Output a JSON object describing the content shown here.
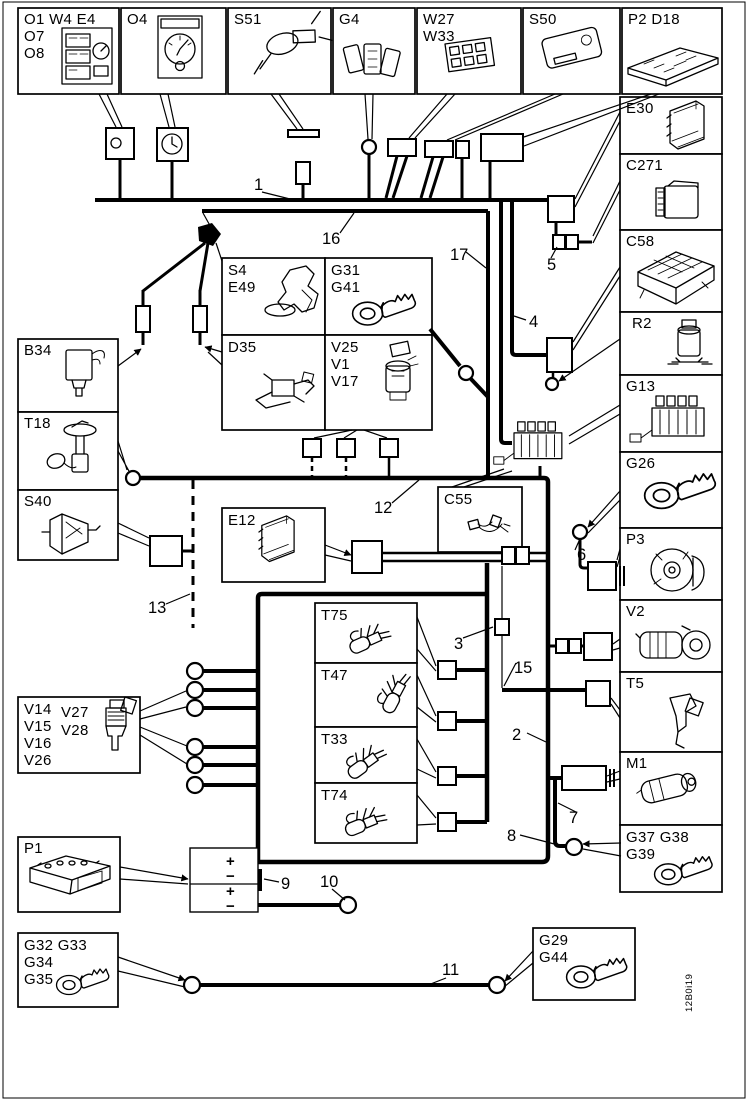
{
  "boxes": [
    {
      "id": "o1",
      "lines": [
        "O1 W4 E4",
        "O7",
        "O8"
      ],
      "icon": "instrument-cluster-icon"
    },
    {
      "id": "o4",
      "lines": [
        "O4"
      ],
      "icon": "gauge-icon"
    },
    {
      "id": "s51",
      "lines": [
        "S51"
      ],
      "icon": "ignition-switch-icon"
    },
    {
      "id": "g4",
      "lines": [
        "G4"
      ],
      "icon": "connector-cluster-icon"
    },
    {
      "id": "w27",
      "lines": [
        "W27",
        "W33"
      ],
      "icon": "switch-bank-icon"
    },
    {
      "id": "s50",
      "lines": [
        "S50"
      ],
      "icon": "control-module-icon"
    },
    {
      "id": "p2d18",
      "lines": [
        "P2 D18"
      ],
      "icon": "fuse-panel-icon"
    },
    {
      "id": "e30",
      "lines": [
        "E30"
      ],
      "icon": "ecu-icon"
    },
    {
      "id": "c271",
      "lines": [
        "C271"
      ],
      "icon": "connector-housing-icon"
    },
    {
      "id": "c58",
      "lines": [
        "C58"
      ],
      "icon": "relay-box-icon"
    },
    {
      "id": "r2",
      "lines": [
        "R2"
      ],
      "icon": "pump-icon"
    },
    {
      "id": "g13",
      "lines": [
        "G13"
      ],
      "icon": "pin-block-icon"
    },
    {
      "id": "g26",
      "lines": [
        "G26"
      ],
      "icon": "ring-terminal-icon"
    },
    {
      "id": "p3",
      "lines": [
        "P3"
      ],
      "icon": "alternator-icon"
    },
    {
      "id": "v2",
      "lines": [
        "V2"
      ],
      "icon": "compressor-icon"
    },
    {
      "id": "t5",
      "lines": [
        "T5"
      ],
      "icon": "sensor-icon"
    },
    {
      "id": "m1",
      "lines": [
        "M1"
      ],
      "icon": "starter-motor-icon"
    },
    {
      "id": "g37",
      "lines": [
        "G37  G38",
        "G39"
      ],
      "icon": "ring-terminal-icon"
    },
    {
      "id": "b34",
      "lines": [
        "B34"
      ],
      "icon": "solenoid-icon"
    },
    {
      "id": "t18",
      "lines": [
        "T18"
      ],
      "icon": "fuel-sender-icon"
    },
    {
      "id": "s40",
      "lines": [
        "S40"
      ],
      "icon": "pressure-switch-icon"
    },
    {
      "id": "vgroup",
      "lines": [
        "V14",
        "V15",
        "V16",
        "V26"
      ],
      "lines2": [
        "V27",
        "V28"
      ],
      "icon": "injector-icon"
    },
    {
      "id": "p1",
      "lines": [
        "P1"
      ],
      "icon": "battery-icon"
    },
    {
      "id": "g32",
      "lines": [
        "G32 G33",
        "G34",
        "G35"
      ],
      "icon": "ring-terminal-icon"
    },
    {
      "id": "s4e49",
      "lines": [
        "S4",
        "E49"
      ],
      "icon": "bracket-lever-icon"
    },
    {
      "id": "g31",
      "lines": [
        "G31",
        "G41"
      ],
      "icon": "ring-terminal-icon"
    },
    {
      "id": "d35",
      "lines": [
        "D35"
      ],
      "icon": "valve-bracket-icon"
    },
    {
      "id": "v25",
      "lines": [
        "V25",
        "V1",
        "V17"
      ],
      "icon": "solenoid-valve-icon"
    },
    {
      "id": "c55",
      "lines": [
        "C55"
      ],
      "icon": "small-connector-icon"
    },
    {
      "id": "e12",
      "lines": [
        "E12"
      ],
      "icon": "ecu-icon"
    },
    {
      "id": "t75",
      "lines": [
        "T75"
      ],
      "icon": "glow-plug-icon"
    },
    {
      "id": "t47",
      "lines": [
        "T47"
      ],
      "icon": "glow-plug-icon"
    },
    {
      "id": "t33",
      "lines": [
        "T33"
      ],
      "icon": "glow-plug-icon"
    },
    {
      "id": "t74",
      "lines": [
        "T74"
      ],
      "icon": "glow-plug-icon"
    },
    {
      "id": "g29",
      "lines": [
        "G29",
        "G44"
      ],
      "icon": "ring-terminal-icon"
    }
  ],
  "wire_labels": [
    "1",
    "16",
    "17",
    "5",
    "4",
    "12",
    "6",
    "13",
    "3",
    "15",
    "2",
    "7",
    "8",
    "9",
    "10",
    "11"
  ],
  "battery": {
    "terminals": [
      "+",
      "−",
      "+",
      "−"
    ]
  },
  "diagram_code": "12B0i19"
}
